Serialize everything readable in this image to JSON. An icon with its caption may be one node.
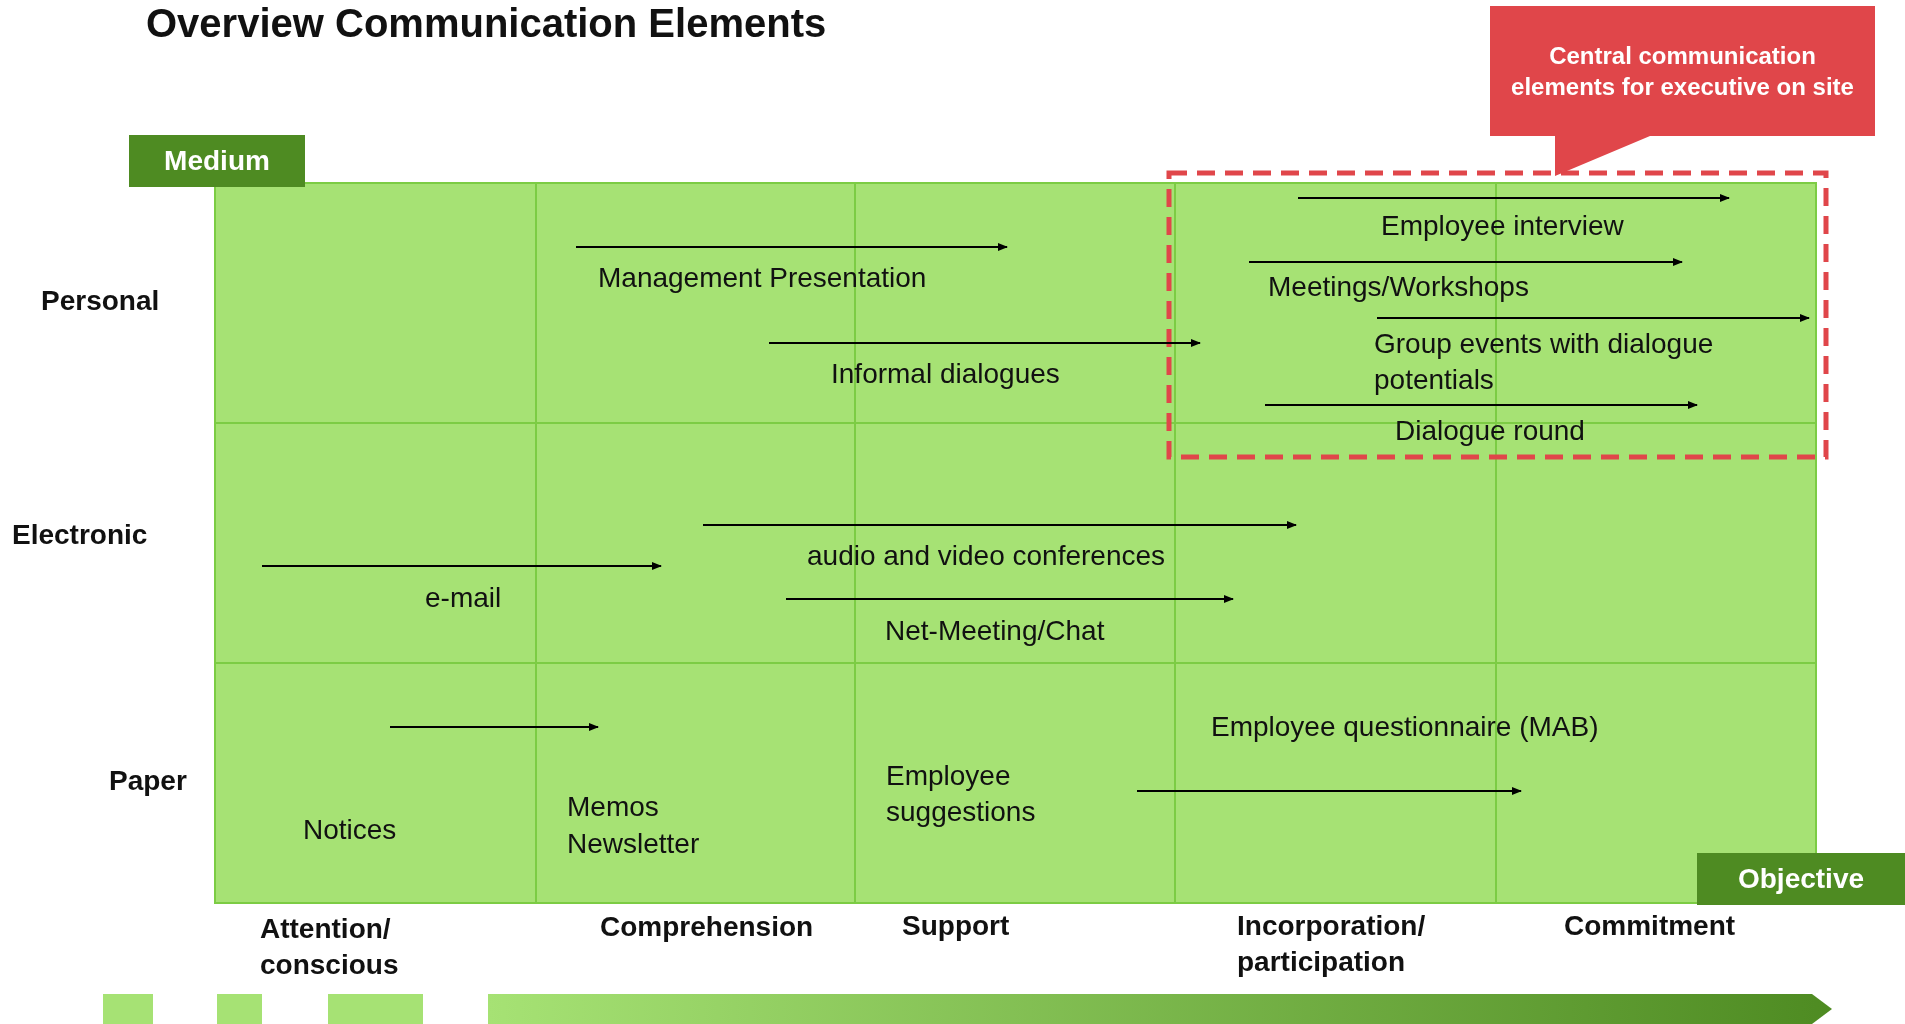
{
  "diagram": {
    "title": "Overview Communication Elements",
    "nodes": [
      {
        "text": [
          "Central communication elements for executive on site"
        ]
      },
      {
        "text": [
          "Medium"
        ]
      },
      {
        "text": [
          "Objective"
        ]
      }
    ],
    "labels": [
      "Employee interview",
      "Management Presentation",
      "Meetings/Workshops",
      "Personal",
      "Group events with dialogue potentials",
      "Informal dialogues",
      "Dialogue round",
      "Electronic",
      "audio and video conferences",
      "e-mail",
      "Net-Meeting/Chat",
      "Employee questionnaire (MAB)",
      "Employee suggestions",
      "Paper",
      "Memos",
      "Newsletter",
      "Notices",
      "Attention/ conscious",
      "Comprehension",
      "Support",
      "Incorporation/ participation",
      "Commitment"
    ]
  }
}
